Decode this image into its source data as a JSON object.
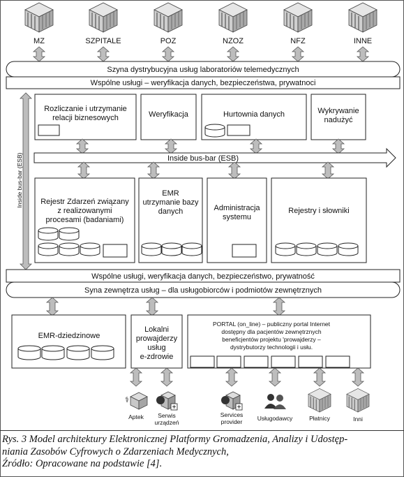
{
  "top_entities": [
    {
      "label": "MZ",
      "icon": "building-icon"
    },
    {
      "label": "SZPITALE",
      "icon": "building-icon"
    },
    {
      "label": "POZ",
      "icon": "building-icon"
    },
    {
      "label": "NZOZ",
      "icon": "building-icon"
    },
    {
      "label": "NFZ",
      "icon": "building-icon"
    },
    {
      "label": "INNE",
      "icon": "building-icon"
    }
  ],
  "bus_top": "Szyna dystrybucyjna usług laboratoriów telemedycznych",
  "common_top": "Wspólne usługi – weryfikacja danych, bezpieczeństwa, prywatnoci",
  "side_bus": "Inside bus-bar (ESB)",
  "inside_bus": "Inside bus-bar (ESB)",
  "upper_modules": [
    {
      "lines": [
        "Rozliczanie i utrzymanie",
        "relacji biznesowych"
      ]
    },
    {
      "lines": [
        "Weryfikacja"
      ]
    },
    {
      "lines": [
        "Hurtownia danych"
      ]
    },
    {
      "lines": [
        "Wykrywanie",
        "nadużyć"
      ]
    }
  ],
  "lower_modules": [
    {
      "lines": [
        "Rejestr Zdarzeń związany",
        "z realizowanymi",
        "procesami (badaniami)"
      ]
    },
    {
      "lines": [
        "EMR",
        "utrzymanie bazy",
        "danych"
      ]
    },
    {
      "lines": [
        "Administracja",
        "systemu"
      ]
    },
    {
      "lines": [
        "Rejestry i słowniki"
      ]
    }
  ],
  "common_bottom": "Wspólne usługi, weryfikacja danych, bezpieczeństwo, prywatność",
  "bus_bottom": "Syna zewnętrza usług – dla usługobiorców i podmiotów zewnętrznych",
  "emr_box": "EMR-dziedzinowe",
  "providers_box": [
    "Lokalni",
    "prowajderzy",
    "usług",
    "e-zdrowie"
  ],
  "portal_box": [
    "PORTAL (on_line) –  publiczny portal  Internet",
    "dostępny dla pacjentów  zewnętrznych",
    "beneficjentów projektu 'prowajderzy –",
    "dystrybutorzy technologii i usłu."
  ],
  "bottom_entities": [
    {
      "lines": [
        "Aptek"
      ],
      "icon": "pharmacy-icon"
    },
    {
      "lines": [
        "Serwis",
        "urządzeń"
      ],
      "icon": "service-icon"
    },
    {
      "lines": [
        "Services",
        "provider"
      ],
      "icon": "service-provider-icon"
    },
    {
      "lines": [
        "Usługodawcy"
      ],
      "icon": "people-icon"
    },
    {
      "lines": [
        "Płatnicy"
      ],
      "icon": "building-icon"
    },
    {
      "lines": [
        "Inni"
      ],
      "icon": "building-icon"
    }
  ],
  "caption": [
    "Rys. 3 Model architektury Elektronicznej Platformy Gromadzenia, Analizy i Udostęp-",
    "niania Zasobów Cyfrowych o Zdarzeniach Medycznych,",
    "Źródło: Opracowane na podstawie [4]."
  ]
}
